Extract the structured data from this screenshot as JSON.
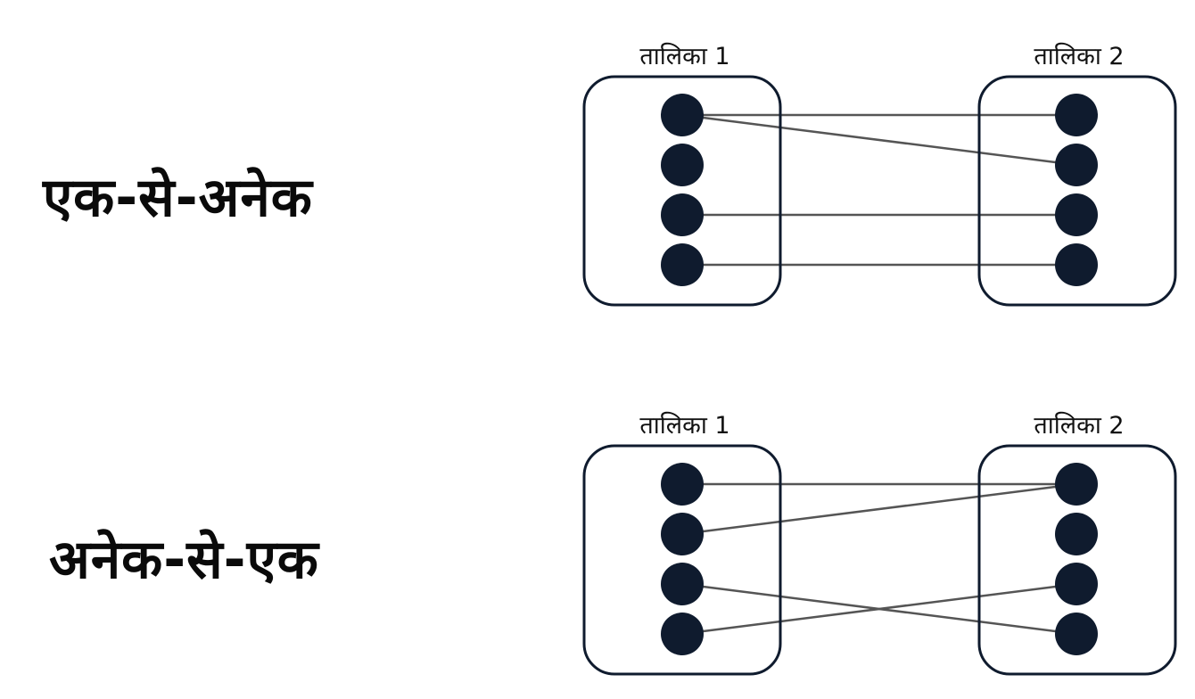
{
  "sections": [
    {
      "label": "एक-से-अनेक",
      "left_table": "तालिका 1",
      "right_table": "तालिका 2",
      "links": [
        [
          0,
          0
        ],
        [
          0,
          1
        ],
        [
          2,
          2
        ],
        [
          3,
          3
        ]
      ]
    },
    {
      "label": "अनेक-से-एक",
      "left_table": "तालिका 1",
      "right_table": "तालिका 2",
      "links": [
        [
          0,
          0
        ],
        [
          1,
          0
        ],
        [
          2,
          3
        ],
        [
          3,
          2
        ]
      ]
    }
  ],
  "colors": {
    "node": "#0f1b2e",
    "box_stroke": "#0f1b2e",
    "line": "#555555"
  }
}
